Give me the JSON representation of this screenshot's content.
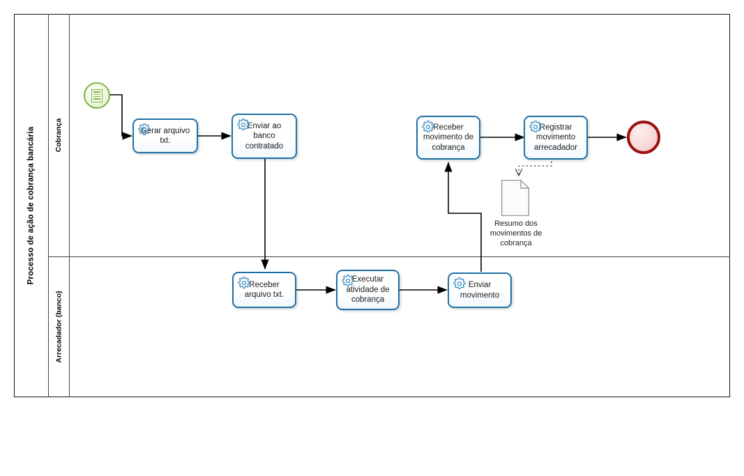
{
  "diagram": {
    "type": "bpmn-process-diagram",
    "pool": {
      "label": "Processo de ação de cobrança bancária",
      "lanes": [
        {
          "id": "lane-cobranca",
          "label": "Cobrança"
        },
        {
          "id": "lane-arrecadador",
          "label": "Arrecadador (banco)"
        }
      ]
    },
    "events": [
      {
        "id": "start-event",
        "type": "start-message",
        "icon": "document-icon",
        "label": "",
        "color": "#7cb342"
      },
      {
        "id": "end-event",
        "type": "end",
        "icon": "",
        "label": "",
        "color": "#9b1111"
      }
    ],
    "tasks": [
      {
        "id": "task-gerar-arquivo",
        "label": "Gerar arquivo txt.",
        "icon": "gear-icon",
        "lane": "Cobrança"
      },
      {
        "id": "task-enviar-banco",
        "label": "Enviar ao banco contratado",
        "icon": "gear-icon",
        "lane": "Cobrança"
      },
      {
        "id": "task-receber-movimento",
        "label": "Receber movimento de cobrança",
        "icon": "gear-icon",
        "lane": "Cobrança"
      },
      {
        "id": "task-registrar-movimento",
        "label": "Registrar movimento arrecadador",
        "icon": "gear-icon",
        "lane": "Cobrança"
      },
      {
        "id": "task-receber-arquivo",
        "label": "Receber arquivo txt.",
        "icon": "gear-icon",
        "lane": "Arrecadador (banco)"
      },
      {
        "id": "task-executar-atividade",
        "label": "Executar atividade de cobrança",
        "icon": "gear-icon",
        "lane": "Arrecadador (banco)"
      },
      {
        "id": "task-enviar-movimento",
        "label": "Enviar movimento",
        "icon": "gear-icon",
        "lane": "Arrecadador (banco)"
      }
    ],
    "data_objects": [
      {
        "id": "data-resumo",
        "label": "Resumo dos movimentos de cobrança"
      }
    ],
    "colors": {
      "task_border": "#1d6fa5",
      "start_event": "#7cb342",
      "end_event": "#9b1111",
      "connector": "#000000",
      "pool_border": "#111111",
      "lane_border": "#444444"
    }
  }
}
